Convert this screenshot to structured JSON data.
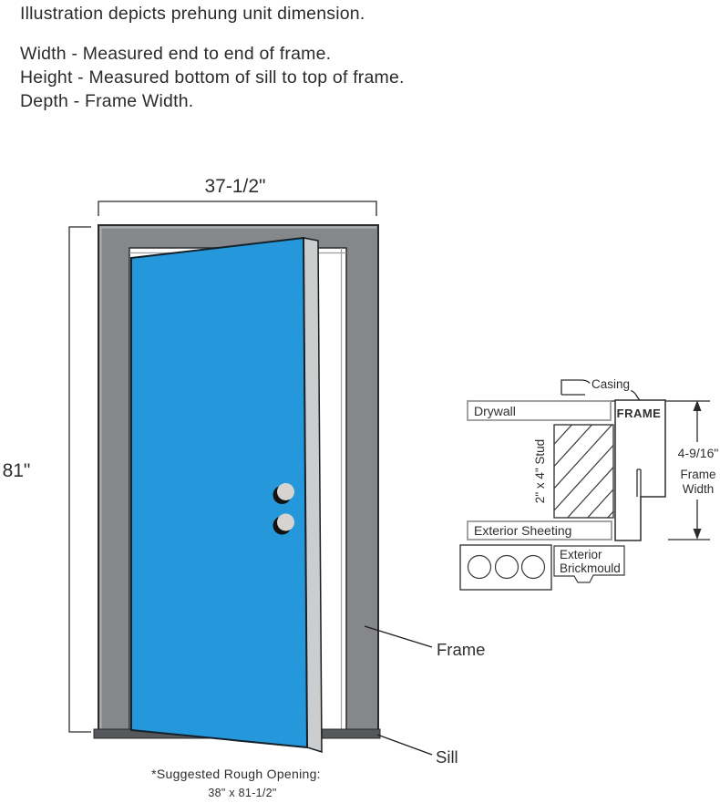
{
  "intro": {
    "title": "Illustration depicts prehung unit dimension.",
    "width_def": "Width - Measured end to end of frame.",
    "height_def": "Height - Measured bottom of sill to top of frame.",
    "depth_def": "Depth - Frame Width."
  },
  "door_diagram": {
    "width_dim": "37-1/2\"",
    "height_dim": "81\"",
    "frame_label": "Frame",
    "sill_label": "Sill",
    "rough_opening": {
      "title": "*Suggested Rough Opening:",
      "value": "38\" x 81-1/2\""
    },
    "colors": {
      "door": "#2598DB",
      "frame": "#85878A",
      "frame_bevel": "#AEB0B2",
      "sill": "#55575A",
      "door_edge": "#CBCDCF",
      "knob": "#D6D4D0"
    }
  },
  "cross_section": {
    "casing_label": "Casing",
    "drywall_label": "Drywall",
    "frame_label": "FRAME",
    "stud_label": "2\" x 4\"  Stud",
    "sheeting_label": "Exterior Sheeting",
    "brickmould_label": {
      "line1": "Exterior",
      "line2": "Brickmould"
    },
    "frame_width_dim": {
      "value": "4-9/16\"",
      "label_line1": "Frame",
      "label_line2": "Width"
    }
  }
}
